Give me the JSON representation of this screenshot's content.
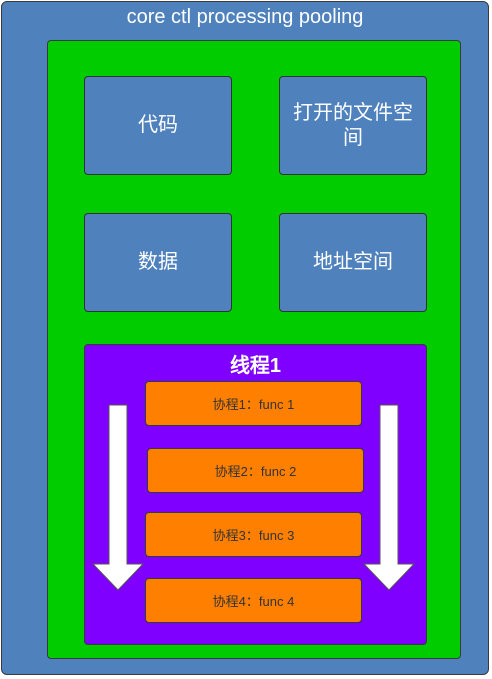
{
  "outer": {
    "title": "core ctl processing pooling"
  },
  "process": {
    "boxes": [
      {
        "label": "代码"
      },
      {
        "label": "打开的文件空间"
      },
      {
        "label": "数据"
      },
      {
        "label": "地址空间"
      }
    ]
  },
  "thread": {
    "title": "线程1",
    "coroutines": [
      {
        "label": "协程1：func 1"
      },
      {
        "label": "协程2：func 2"
      },
      {
        "label": "协程3：func 3"
      },
      {
        "label": "协程4：func 4"
      }
    ]
  },
  "colors": {
    "outer_bg": "#4f81bd",
    "process_bg": "#00cc00",
    "box_bg": "#4f81bd",
    "thread_bg": "#7f00ff",
    "coroutine_bg": "#ff8000",
    "arrow": "#ffffff"
  },
  "icons": [
    "down-arrow-icon",
    "down-arrow-icon"
  ]
}
